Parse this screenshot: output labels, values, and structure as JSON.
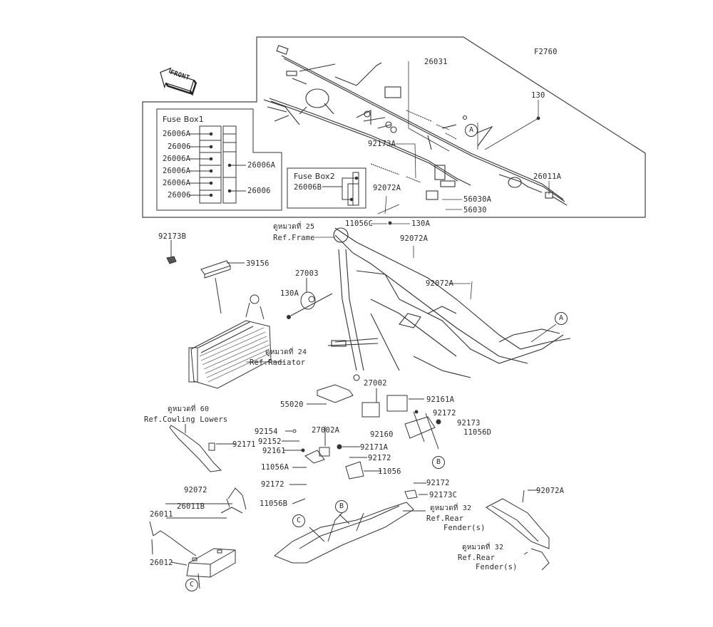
{
  "diagram": {
    "figure_code": "F2760",
    "front_arrow_label": "FRONT",
    "fuse_box1": {
      "title": "Fuse Box1",
      "left_labels": [
        "26006A",
        "26006",
        "26006A",
        "26006A",
        "26006A",
        "26006"
      ],
      "right_labels": [
        "26006A",
        "26006"
      ]
    },
    "fuse_box2": {
      "title": "Fuse Box2",
      "labels": [
        "26006B"
      ]
    },
    "harness_parts": {
      "main_harness": "26031",
      "bolt_130": "130",
      "clamp_92173A": "92173A",
      "band_92072A": "92072A",
      "lead_26011A": "26011A",
      "sticker_56030A": "56030A",
      "sticker_56030": "56030",
      "ref_A": "A"
    },
    "frame_area": {
      "ref_frame_thai": "ดูหมวดที่ 25",
      "ref_frame": "Ref.Frame",
      "bracket_11056C": "11056C",
      "bolt_130A_top": "130A",
      "band_92072A_1": "92072A",
      "band_92072A_2": "92072A",
      "ref_A": "A",
      "clamp_92173B": "92173B",
      "pad_39156": "39156",
      "horn_27003": "27003",
      "bolt_130A": "130A",
      "ref_radiator_thai": "ดูหมวดที่ 24",
      "ref_radiator": "Ref.Radiator"
    },
    "lower_parts": {
      "ref_cowling_thai": "ดูหมวดที่ 60",
      "ref_cowling": "Ref.Cowling Lowers",
      "part_92171": "92171",
      "part_55020": "55020",
      "part_27002": "27002",
      "part_92161A": "92161A",
      "part_92172_a": "92172",
      "part_92173": "92173",
      "part_92160": "92160",
      "part_11056D": "11056D",
      "ref_B": "B",
      "part_92154": "92154",
      "part_92152": "92152",
      "part_27002A": "27002A",
      "part_92161": "92161",
      "part_92171A": "92171A",
      "part_92172_b": "92172",
      "part_11056A": "11056A",
      "part_11056": "11056",
      "part_92172_c": "92172",
      "part_92172_d": "92172",
      "part_92173C": "92173C",
      "part_11056B": "11056B",
      "ref_B2": "B",
      "ref_C": "C",
      "ref_rear_fender_thai": "ดูหมวดที่ 32",
      "ref_rear": "Ref.Rear",
      "ref_fender": "Fender(s)",
      "part_92072": "92072",
      "part_26011B": "26011B",
      "part_26011": "26011",
      "part_26012": "26012",
      "ref_C2": "C",
      "part_92072A": "92072A",
      "ref_rear_fender2_thai": "ดูหมวดที่ 32",
      "ref_rear2": "Ref.Rear",
      "ref_fender2": "Fender(s)"
    }
  }
}
